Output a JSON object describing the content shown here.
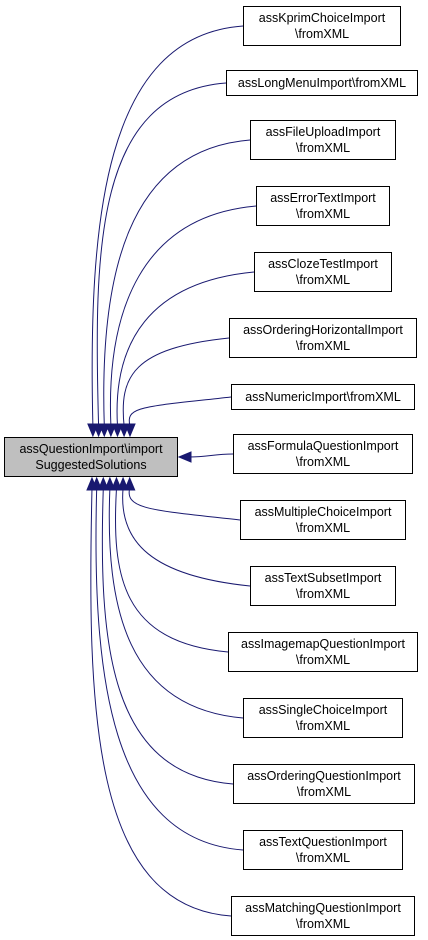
{
  "colors": {
    "edge": "#191970",
    "root_fill": "#bfbfbf",
    "node_fill": "#ffffff",
    "border": "#000000"
  },
  "root": {
    "line1": "assQuestionImport\\import",
    "line2": "SuggestedSolutions"
  },
  "callers": [
    {
      "line1": "assKprimChoiceImport",
      "line2": "\\fromXML"
    },
    {
      "line1": "assLongMenuImport\\fromXML",
      "line2": ""
    },
    {
      "line1": "assFileUploadImport",
      "line2": "\\fromXML"
    },
    {
      "line1": "assErrorTextImport",
      "line2": "\\fromXML"
    },
    {
      "line1": "assClozeTestImport",
      "line2": "\\fromXML"
    },
    {
      "line1": "assOrderingHorizontalImport",
      "line2": "\\fromXML"
    },
    {
      "line1": "assNumericImport\\fromXML",
      "line2": ""
    },
    {
      "line1": "assFormulaQuestionImport",
      "line2": "\\fromXML"
    },
    {
      "line1": "assMultipleChoiceImport",
      "line2": "\\fromXML"
    },
    {
      "line1": "assTextSubsetImport",
      "line2": "\\fromXML"
    },
    {
      "line1": "assImagemapQuestionImport",
      "line2": "\\fromXML"
    },
    {
      "line1": "assSingleChoiceImport",
      "line2": "\\fromXML"
    },
    {
      "line1": "assOrderingQuestionImport",
      "line2": "\\fromXML"
    },
    {
      "line1": "assTextQuestionImport",
      "line2": "\\fromXML"
    },
    {
      "line1": "assMatchingQuestionImport",
      "line2": "\\fromXML"
    }
  ]
}
